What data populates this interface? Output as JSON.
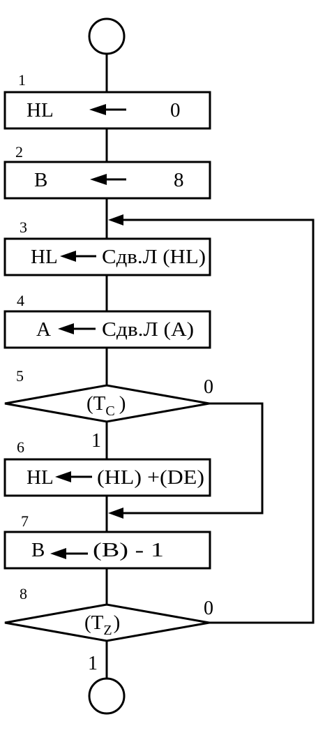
{
  "terminals": {
    "start": "start-terminator",
    "end": "end-terminator"
  },
  "blocks": [
    {
      "num": "1",
      "dest": "HL",
      "value": "0"
    },
    {
      "num": "2",
      "dest": "B",
      "value": "8"
    },
    {
      "num": "3",
      "dest": "HL",
      "value": "Сдв.Л (HL)"
    },
    {
      "num": "4",
      "dest": "A",
      "value": "Сдв.Л (A)"
    },
    {
      "num": "5",
      "cond_open": "(T",
      "cond_sub": "C",
      "cond_close": ")",
      "yes": "1",
      "no": "0"
    },
    {
      "num": "6",
      "dest": "HL",
      "value": "(HL) +(DE)"
    },
    {
      "num": "7",
      "dest": "B",
      "value": "(B)  -  1"
    },
    {
      "num": "8",
      "cond_open": "(T",
      "cond_sub": "Z",
      "cond_close": ")",
      "yes": "1",
      "no": "0"
    }
  ],
  "icons": {
    "assign": "left-arrow-icon"
  },
  "colors": {
    "stroke": "#000000",
    "background": "#ffffff"
  }
}
